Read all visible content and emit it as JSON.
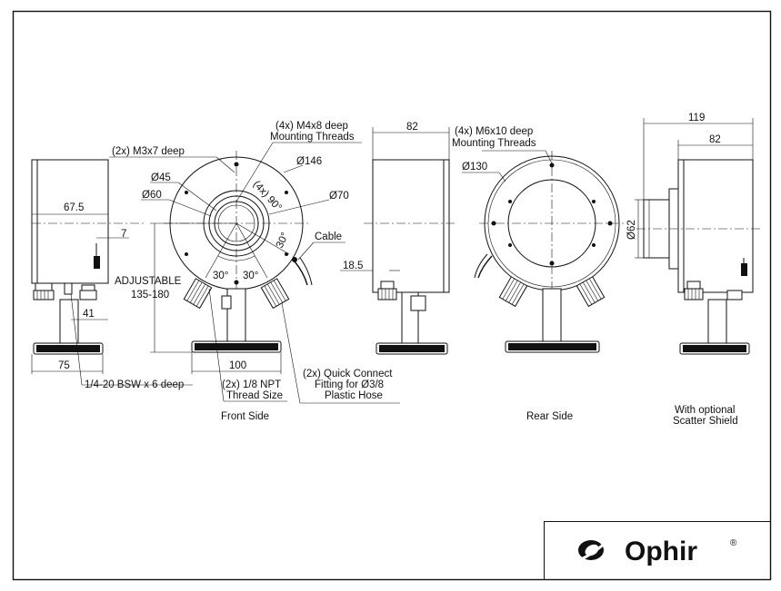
{
  "labels": {
    "m4x8_1": "(4x) M4x8 deep",
    "m4x8_2": "Mounting Threads",
    "m3x7": "(2x) M3x7 deep",
    "d146": "Ø146",
    "d45": "Ø45",
    "d60": "Ø60",
    "d70": "Ø70",
    "angle90": "(4x) 90°",
    "angle30a": "30°",
    "angle30b": "30°",
    "angle30c": "30°",
    "cable": "Cable",
    "adjustable_1": "ADJUSTABLE",
    "adjustable_2": "135-180",
    "d67_5": "67.5",
    "d7": "7",
    "d41": "41",
    "d75": "75",
    "d100": "100",
    "bsw": "1/4-20 BSW x 6 deep",
    "npt_1": "(2x) 1/8 NPT",
    "npt_2": "Thread Size",
    "qc_1": "(2x) Quick Connect",
    "qc_2": "Fitting for Ø3/8",
    "qc_3": "Plastic Hose",
    "front_side": "Front Side",
    "d82_side": "82",
    "d18_5": "18.5",
    "m6x10_1": "(4x) M6x10 deep",
    "m6x10_2": "Mounting Threads",
    "d130": "Ø130",
    "rear_side": "Rear Side",
    "d119": "119",
    "d82_shield": "82",
    "d62": "Ø62",
    "shield_1": "With optional",
    "shield_2": "Scatter Shield"
  },
  "logo": {
    "name": "Ophir",
    "mark": "®"
  }
}
